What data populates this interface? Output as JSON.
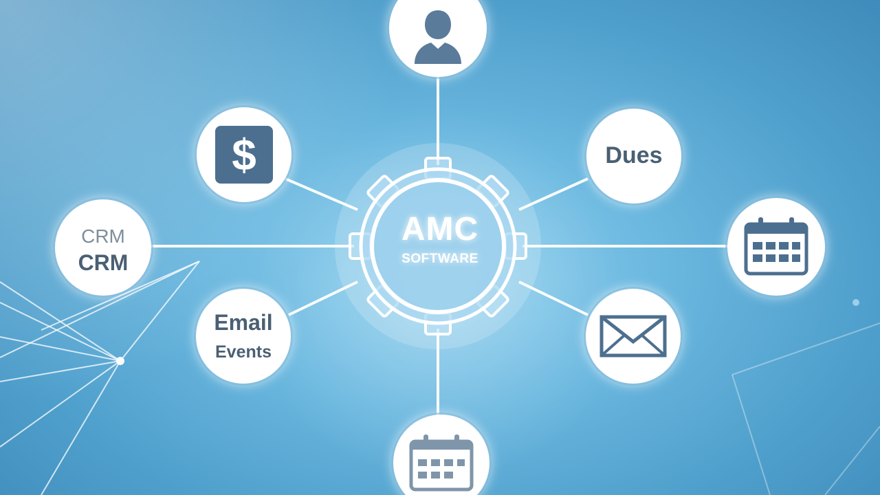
{
  "diagram": {
    "hub": {
      "title": "AMC",
      "subtitle": "SOFTWARE"
    },
    "nodes": {
      "person": {
        "icon": "person-icon"
      },
      "dollar": {
        "icon": "dollar-icon",
        "symbol": "$"
      },
      "dues": {
        "label": "Dues"
      },
      "crm": {
        "label_top": "CRM",
        "label_bottom": "CRM"
      },
      "calendar_right": {
        "icon": "calendar-icon"
      },
      "email_events": {
        "label_top": "Email",
        "label_bottom": "Events"
      },
      "envelope": {
        "icon": "envelope-icon"
      },
      "calendar_bottom": {
        "icon": "calendar-icon"
      }
    }
  },
  "colors": {
    "icon": "#4a6a88",
    "text": "#4a5f73",
    "connector": "#ffffff"
  }
}
